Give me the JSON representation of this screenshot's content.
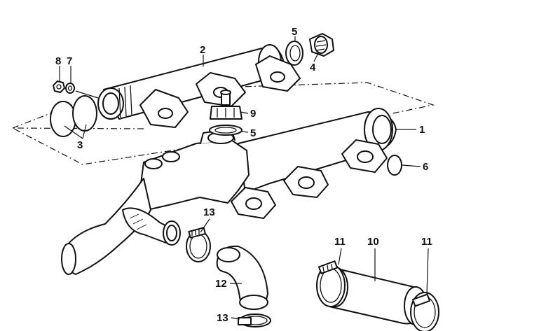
{
  "callouts": {
    "c1": "1",
    "c2": "2",
    "c3": "3",
    "c4": "4",
    "c5_top": "5",
    "c5_mid": "5",
    "c6": "6",
    "c7": "7",
    "c8": "8",
    "c9": "9",
    "c10": "10",
    "c11_left": "11",
    "c11_right": "11",
    "c12": "12",
    "c13_upper": "13",
    "c13_lower": "13"
  },
  "colors": {
    "line": "#111111",
    "background": "#ffffff"
  }
}
